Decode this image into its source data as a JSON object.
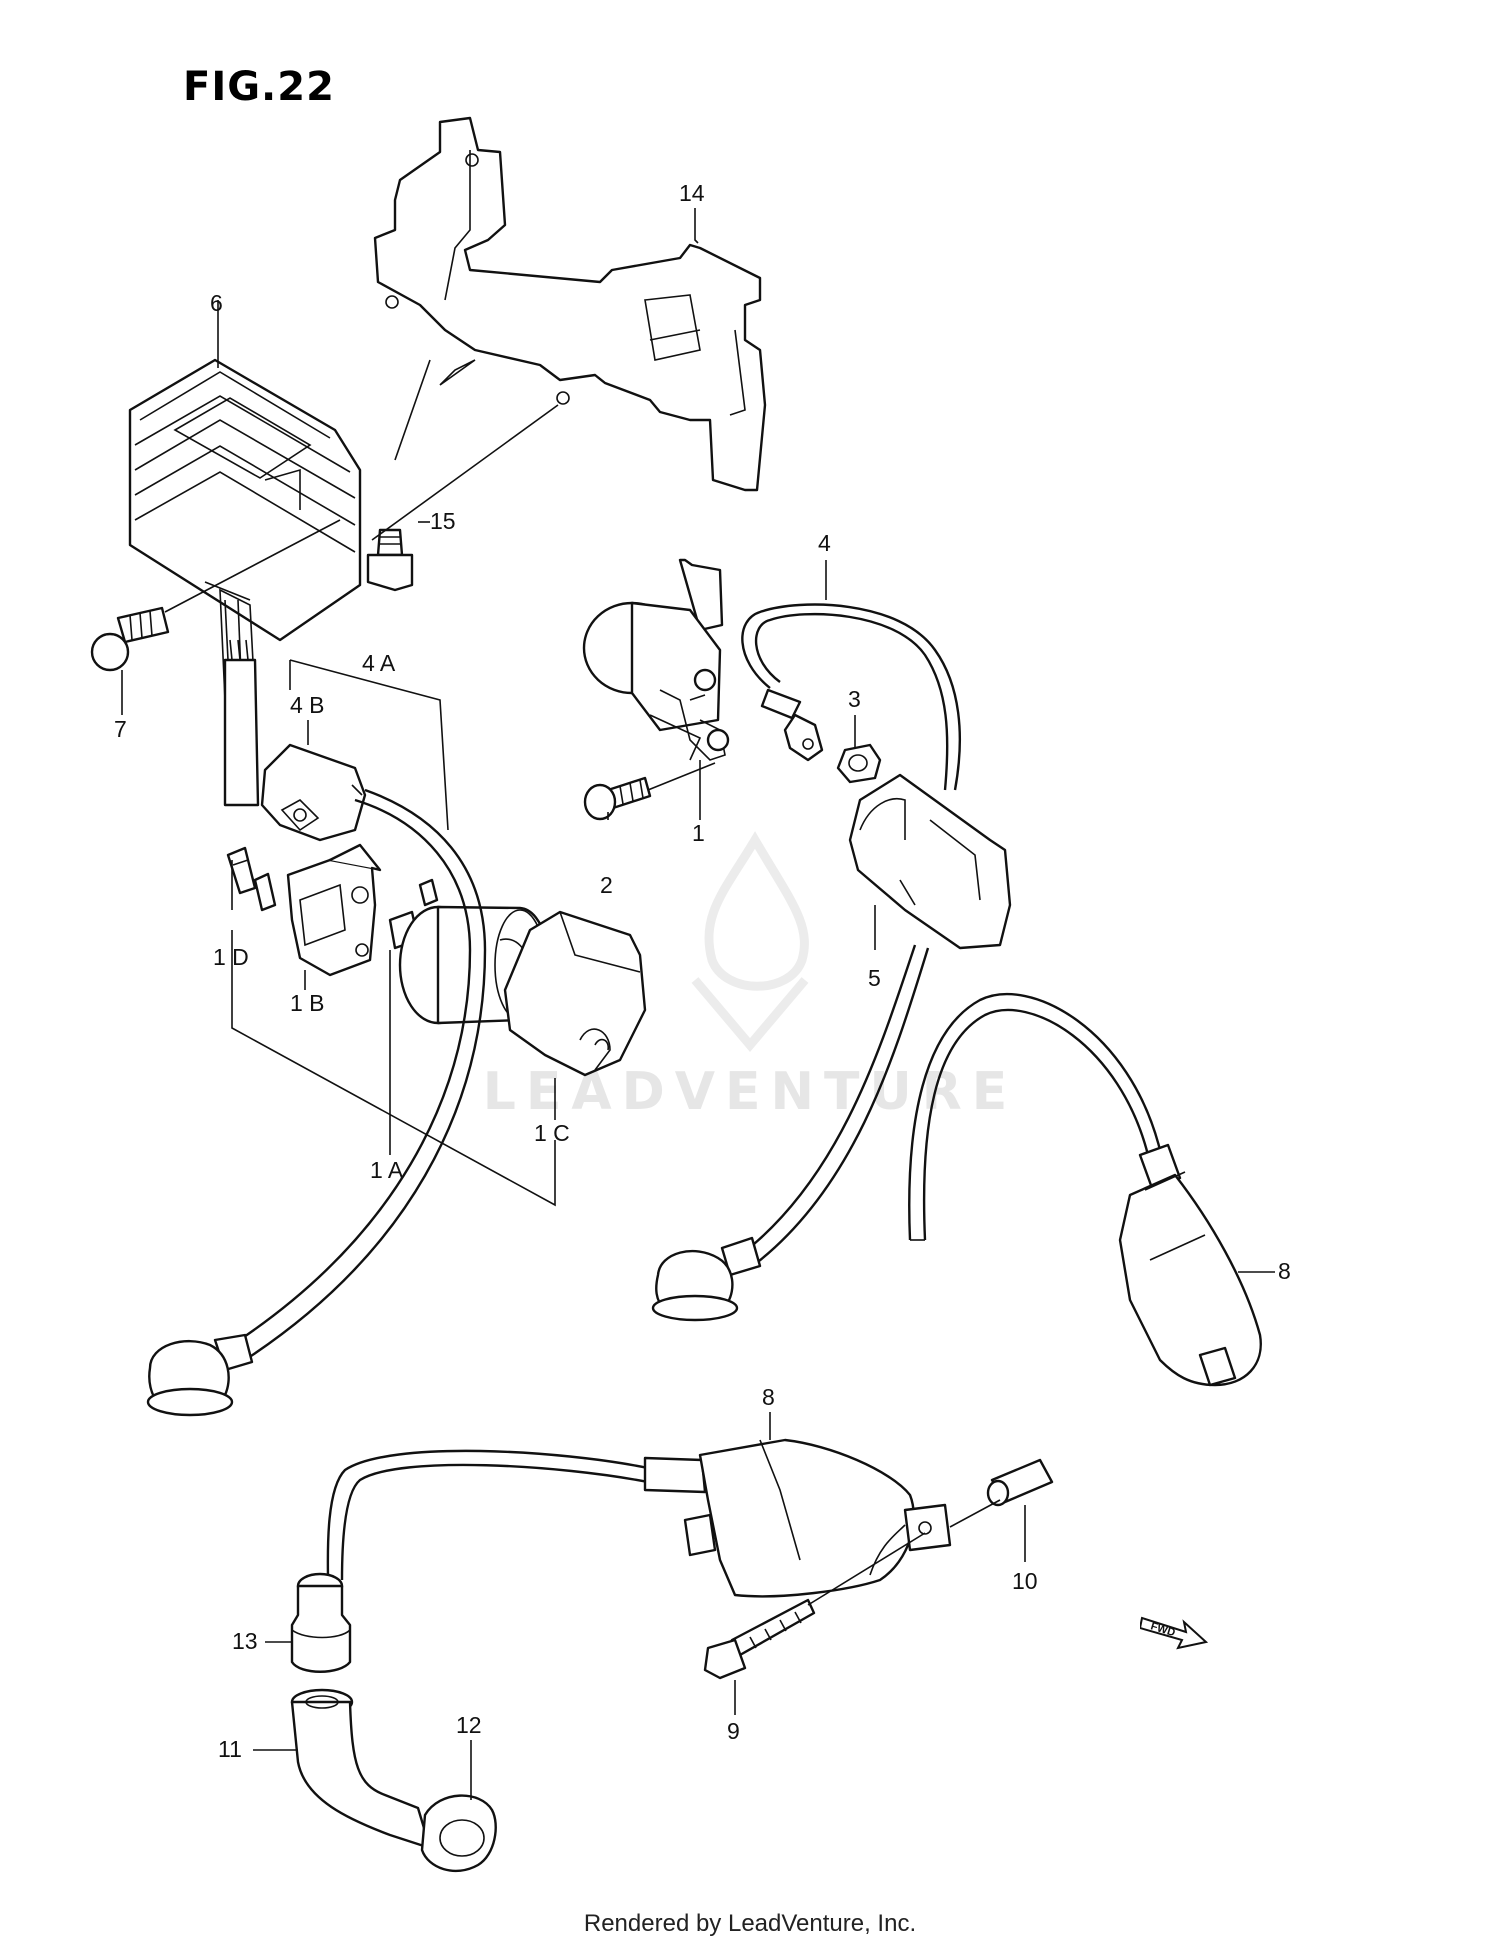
{
  "figure": {
    "title": "FIG.22"
  },
  "watermark": {
    "text": "LEADVENTURE"
  },
  "footer": {
    "credit": "Rendered by LeadVenture, Inc."
  },
  "fwd_arrow": {
    "label": "FWD"
  },
  "callouts": [
    {
      "id": "14",
      "label": "14"
    },
    {
      "id": "6",
      "label": "6"
    },
    {
      "id": "15",
      "label": "15"
    },
    {
      "id": "4",
      "label": "4"
    },
    {
      "id": "4A",
      "label": "4 A"
    },
    {
      "id": "4B",
      "label": "4 B"
    },
    {
      "id": "3",
      "label": "3"
    },
    {
      "id": "7",
      "label": "7"
    },
    {
      "id": "1",
      "label": "1"
    },
    {
      "id": "2",
      "label": "2"
    },
    {
      "id": "5",
      "label": "5"
    },
    {
      "id": "1D",
      "label": "1 D"
    },
    {
      "id": "1B",
      "label": "1 B"
    },
    {
      "id": "1A",
      "label": "1 A"
    },
    {
      "id": "1C",
      "label": "1 C"
    },
    {
      "id": "8a",
      "label": "8"
    },
    {
      "id": "8b",
      "label": "8"
    },
    {
      "id": "10",
      "label": "10"
    },
    {
      "id": "13",
      "label": "13"
    },
    {
      "id": "9",
      "label": "9"
    },
    {
      "id": "12",
      "label": "12"
    },
    {
      "id": "11",
      "label": "11"
    }
  ]
}
